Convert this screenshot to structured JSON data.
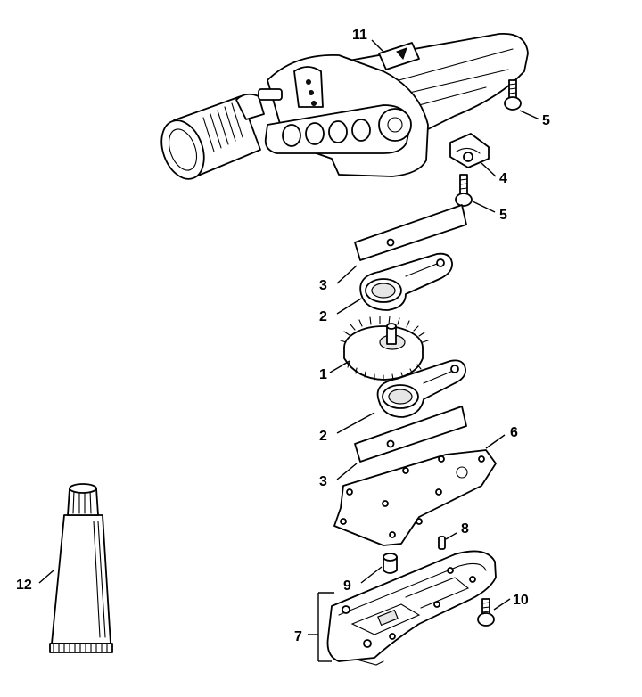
{
  "callouts": {
    "c1": "1",
    "c2a": "2",
    "c2b": "2",
    "c3a": "3",
    "c3b": "3",
    "c4": "4",
    "c5a": "5",
    "c5b": "5",
    "c6": "6",
    "c7": "7",
    "c8": "8",
    "c9": "9",
    "c10": "10",
    "c11": "11",
    "c12": "12"
  }
}
